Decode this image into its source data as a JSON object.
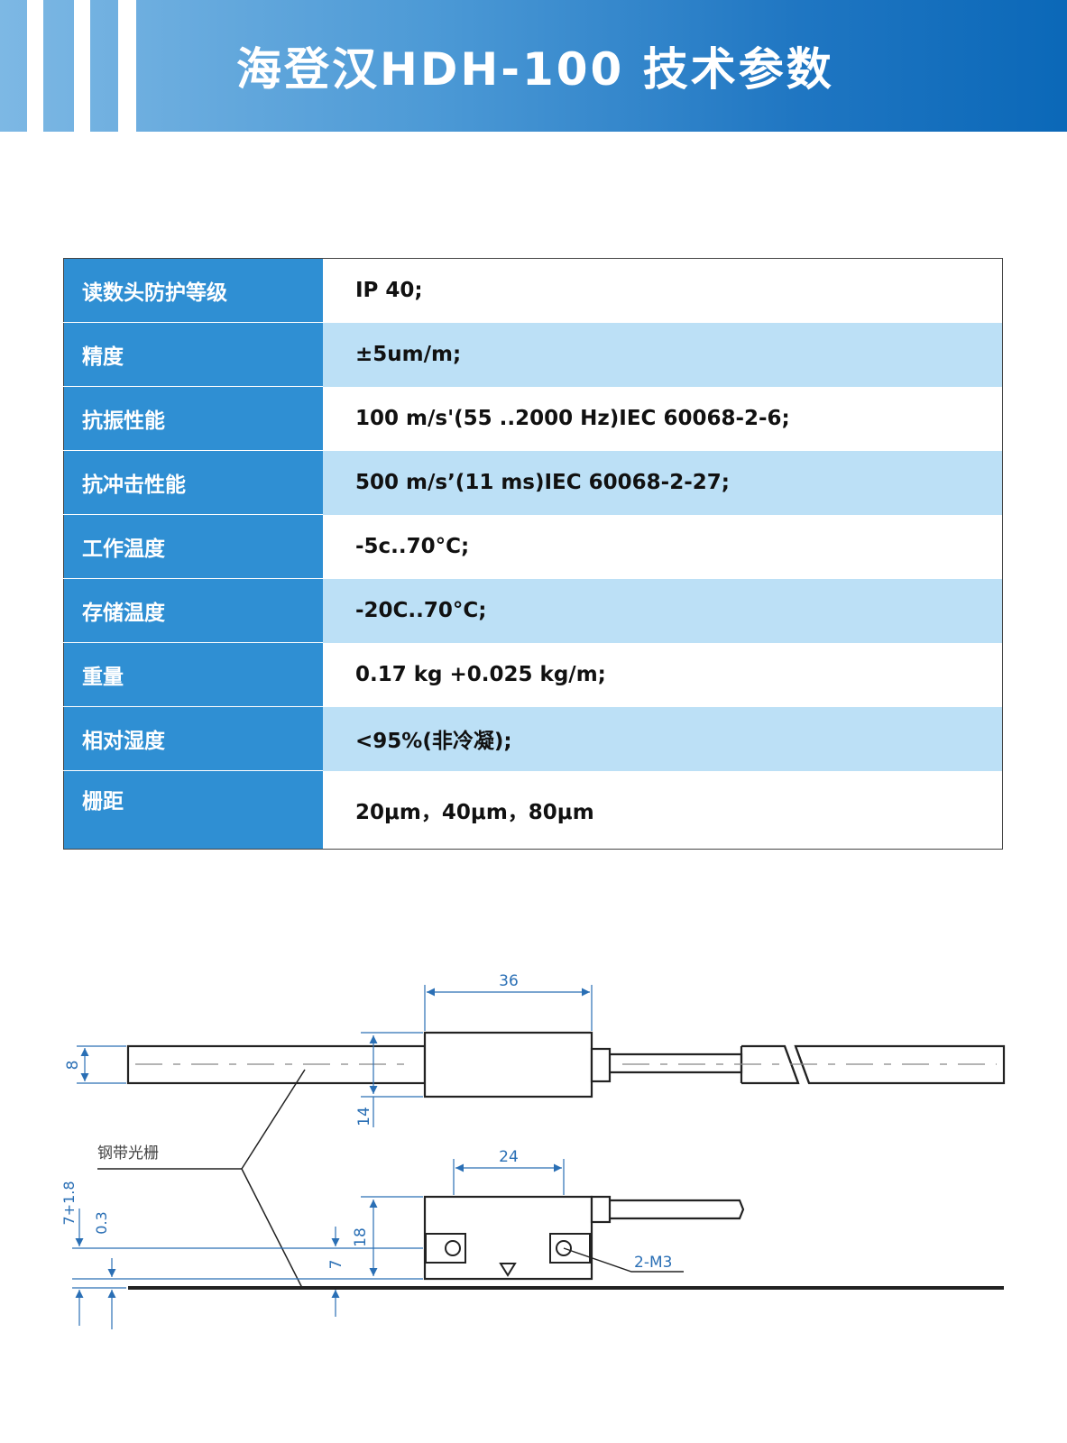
{
  "header": {
    "title": "海登汉HDH-100 技术参数"
  },
  "specs": [
    {
      "label": "读数头防护等级",
      "value": "IP 40;"
    },
    {
      "label": "精度",
      "value": "±5um/m;"
    },
    {
      "label": "抗振性能",
      "value": "100 m/s'(55 ..2000 Hz)IEC 60068-2-6;"
    },
    {
      "label": "抗冲击性能",
      "value": "500 m/s’(11 ms)IEC 60068-2-27;"
    },
    {
      "label": "工作温度",
      "value": "-5c..70°C;"
    },
    {
      "label": "存储温度",
      "value": "-20C..70°C;"
    },
    {
      "label": "重量",
      "value": "0.17 kg +0.025 kg/m;"
    },
    {
      "label": "相对湿度",
      "value": "<95%(非冷凝);"
    },
    {
      "label": "栅距",
      "value": "20μm，40μm，80μm"
    }
  ],
  "drawing": {
    "dim_36": "36",
    "dim_8": "8",
    "dim_14": "14",
    "dim_24": "24",
    "dim_18": "18",
    "dim_7": "7",
    "dim_7_18": "7+1.8",
    "dim_03": "0.3",
    "label_steel_scale": "钢带光栅",
    "label_2m3": "2-M3"
  },
  "colors": {
    "banner_dark": "#0b68b8",
    "banner_light": "#7db8e4",
    "label_cell": "#2f8fd3",
    "stripe_row": "#bce0f6",
    "dimension_blue": "#2a6fb5"
  }
}
